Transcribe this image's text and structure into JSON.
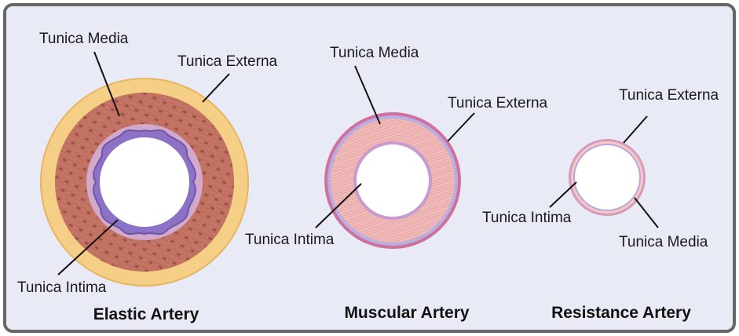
{
  "arteries": {
    "elastic": {
      "title": "Elastic Artery",
      "labels": {
        "media": "Tunica Media",
        "externa": "Tunica Externa",
        "intima": "Tunica Intima"
      }
    },
    "muscular": {
      "title": "Muscular Artery",
      "labels": {
        "media": "Tunica Media",
        "externa": "Tunica Externa",
        "intima": "Tunica Intima"
      }
    },
    "resistance": {
      "title": "Resistance Artery",
      "labels": {
        "externa": "Tunica Externa",
        "intima": "Tunica Intima",
        "media": "Tunica Media"
      }
    }
  },
  "colors": {
    "background": "#e8eaf6",
    "border": "#676767",
    "externa_elastic": "#f6cf86",
    "media_elastic": "#c97a6a",
    "intima_purple": "#b49ad8",
    "muscular_media": "#f3c2c0",
    "externa_pink": "#d0709c"
  }
}
